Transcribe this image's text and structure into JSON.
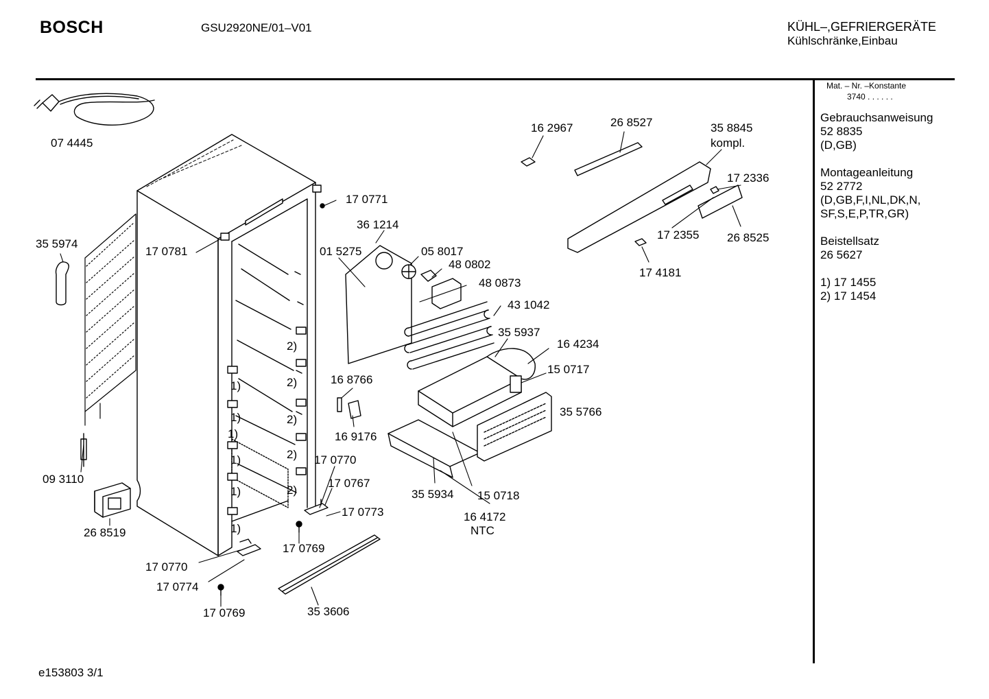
{
  "header": {
    "brand": "BOSCH",
    "model": "GSU2920NE/01–V01",
    "category_line1": "KÜHL–,GEFRIERGERÄTE",
    "category_line2": "Kühlschränke,Einbau"
  },
  "side_panel": {
    "mat_label": "Mat. – Nr. –Konstante",
    "mat_value": "3740  .  .  .  .  .  .",
    "manual_title": "Gebrauchsanweisung",
    "manual_number": "52 8835",
    "manual_langs": "(D,GB)",
    "install_title": "Montageanleitung",
    "install_number": "52 2772",
    "install_langs_1": "(D,GB,F,I,NL,DK,N,",
    "install_langs_2": "SF,S,E,P,TR,GR)",
    "kit_title": "Beistellsatz",
    "kit_number": "26 5627",
    "note_1": "1) 17 1455",
    "note_2": "2) 17 1454"
  },
  "footer": {
    "drawing_ref": "e153803 3/1"
  },
  "part_labels": [
    "07 4445",
    "35 5974",
    "09 3110",
    "26 8519",
    "17 0781",
    "17 0771",
    "36 1214",
    "01 5275",
    "05 8017",
    "48 0802",
    "48 0873",
    "43 1042",
    "35 5937",
    "16 4234",
    "15  0717",
    "35 5766",
    "16 8766",
    "16 9176",
    "17 0770",
    "17 0767",
    "17 0773",
    "17 0769",
    "35 5934",
    "15  0718",
    "16 4172",
    "NTC",
    "17 0770",
    "17 0774",
    "17 0769",
    "35 3606",
    "16 2967",
    "26 8527",
    "35 8845",
    "kompl.",
    "17 2336",
    "17 2355",
    "26 8525",
    "17 4181"
  ],
  "shelf_markers": [
    "2)",
    "2)",
    "2)",
    "2)",
    "2)",
    "1)",
    "1)",
    "1)",
    "1)",
    "1)",
    "1)"
  ]
}
